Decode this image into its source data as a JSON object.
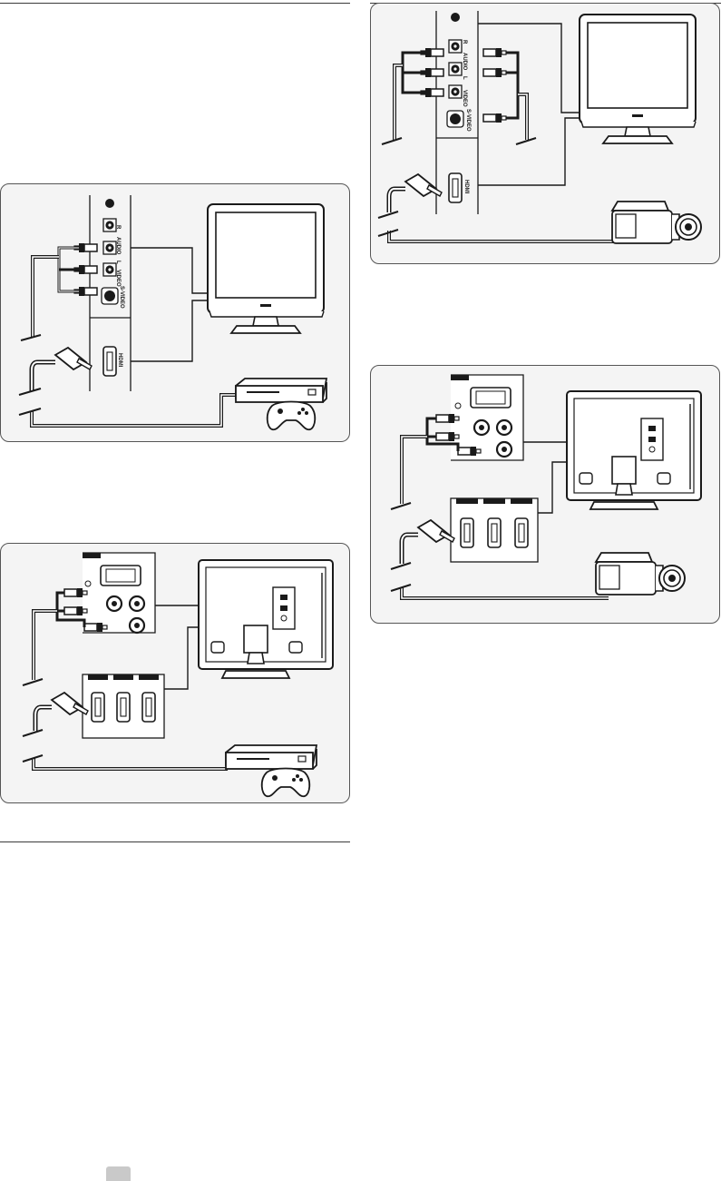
{
  "page": {
    "page_marker": ""
  },
  "side_panel": {
    "jack_labels": {
      "audio_r": "R",
      "audio": "AUDIO",
      "audio_l": "L",
      "video": "VIDEO",
      "svideo": "S-VIDEO",
      "hdmi": "HDMI"
    }
  },
  "colors": {
    "panel_bg": "#f4f4f4",
    "panel_border": "#555555",
    "line": "#1a1a1a",
    "rule": "#3a3a3a",
    "page_marker": "#c9c9c9"
  },
  "devices": {
    "panel_1": [
      "tv-front",
      "game-console",
      "game-controller"
    ],
    "panel_2": [
      "tv-front",
      "camcorder"
    ],
    "panel_3": [
      "tv-back",
      "game-console",
      "game-controller"
    ],
    "panel_4": [
      "tv-back",
      "camcorder"
    ]
  }
}
